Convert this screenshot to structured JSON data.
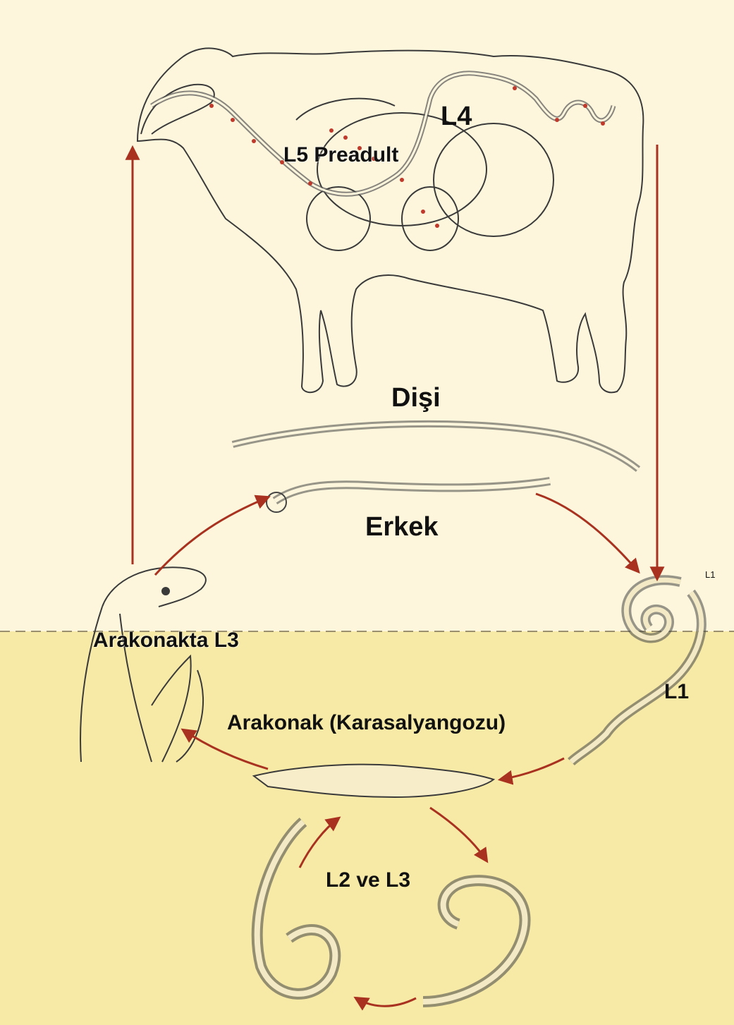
{
  "colors": {
    "upper_bg": "#fdf6dc",
    "lower_bg": "#f7e9a6",
    "arrow": "#a8321f",
    "outline": "#3a3a3a",
    "dots": "#c0392b"
  },
  "labels": {
    "l4": "L4",
    "l5_preadult": "L5 Preadult",
    "disi": "Dişi",
    "erkek": "Erkek",
    "l1_small": "L1",
    "l1": "L1",
    "arakonakta_l3": "Arakonakta L3",
    "arakonak": "Arakonak (Karasalyangozu)",
    "l2_ve_l3": "L2 ve L3"
  }
}
